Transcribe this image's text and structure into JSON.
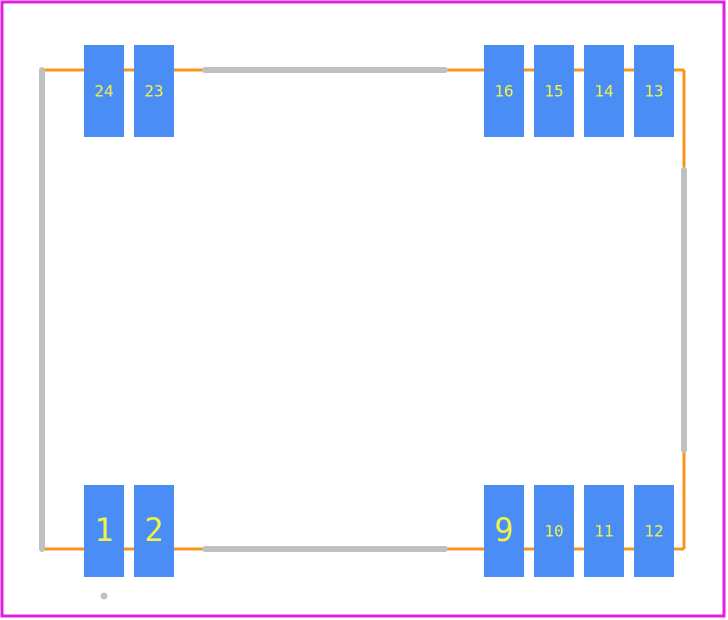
{
  "colors": {
    "background": "#ffffff",
    "board_outline": "#e020e0",
    "courtyard": "#f7941d",
    "silkscreen": "#c0c0c0",
    "pad_fill": "#4a8ef5",
    "pad_label": "#f2f24d"
  },
  "icons": {
    "pin1_marker": "pin1-dot-icon"
  },
  "pads": [
    {
      "label": "24",
      "row": "top"
    },
    {
      "label": "23",
      "row": "top"
    },
    {
      "label": "16",
      "row": "top"
    },
    {
      "label": "15",
      "row": "top"
    },
    {
      "label": "14",
      "row": "top"
    },
    {
      "label": "13",
      "row": "top"
    },
    {
      "label": "1",
      "row": "bottom"
    },
    {
      "label": "2",
      "row": "bottom"
    },
    {
      "label": "9",
      "row": "bottom"
    },
    {
      "label": "10",
      "row": "bottom"
    },
    {
      "label": "11",
      "row": "bottom"
    },
    {
      "label": "12",
      "row": "bottom"
    }
  ]
}
